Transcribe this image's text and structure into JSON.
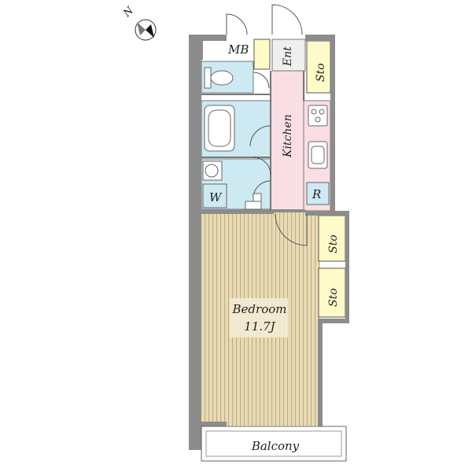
{
  "compass": {
    "label": "N",
    "icon": "north-arrow-icon"
  },
  "rooms": {
    "mb": "MB",
    "entrance": "Ent",
    "storage_entrance": "Sto",
    "kitchen": "Kitchen",
    "washroom": "W",
    "refrigerator": "R",
    "storage_upper": "Sto",
    "storage_lower": "Sto",
    "bedroom": "Bedroom",
    "bedroom_size": "11.7J",
    "balcony": "Balcony"
  },
  "colors": {
    "wet_area": "#cde9f1",
    "kitchen": "#f9dfe4",
    "storage": "#fffbc8",
    "wood_floor": "#e8dbb6",
    "wall": "#8c8c8c",
    "fridge": "#cfe9f5"
  }
}
